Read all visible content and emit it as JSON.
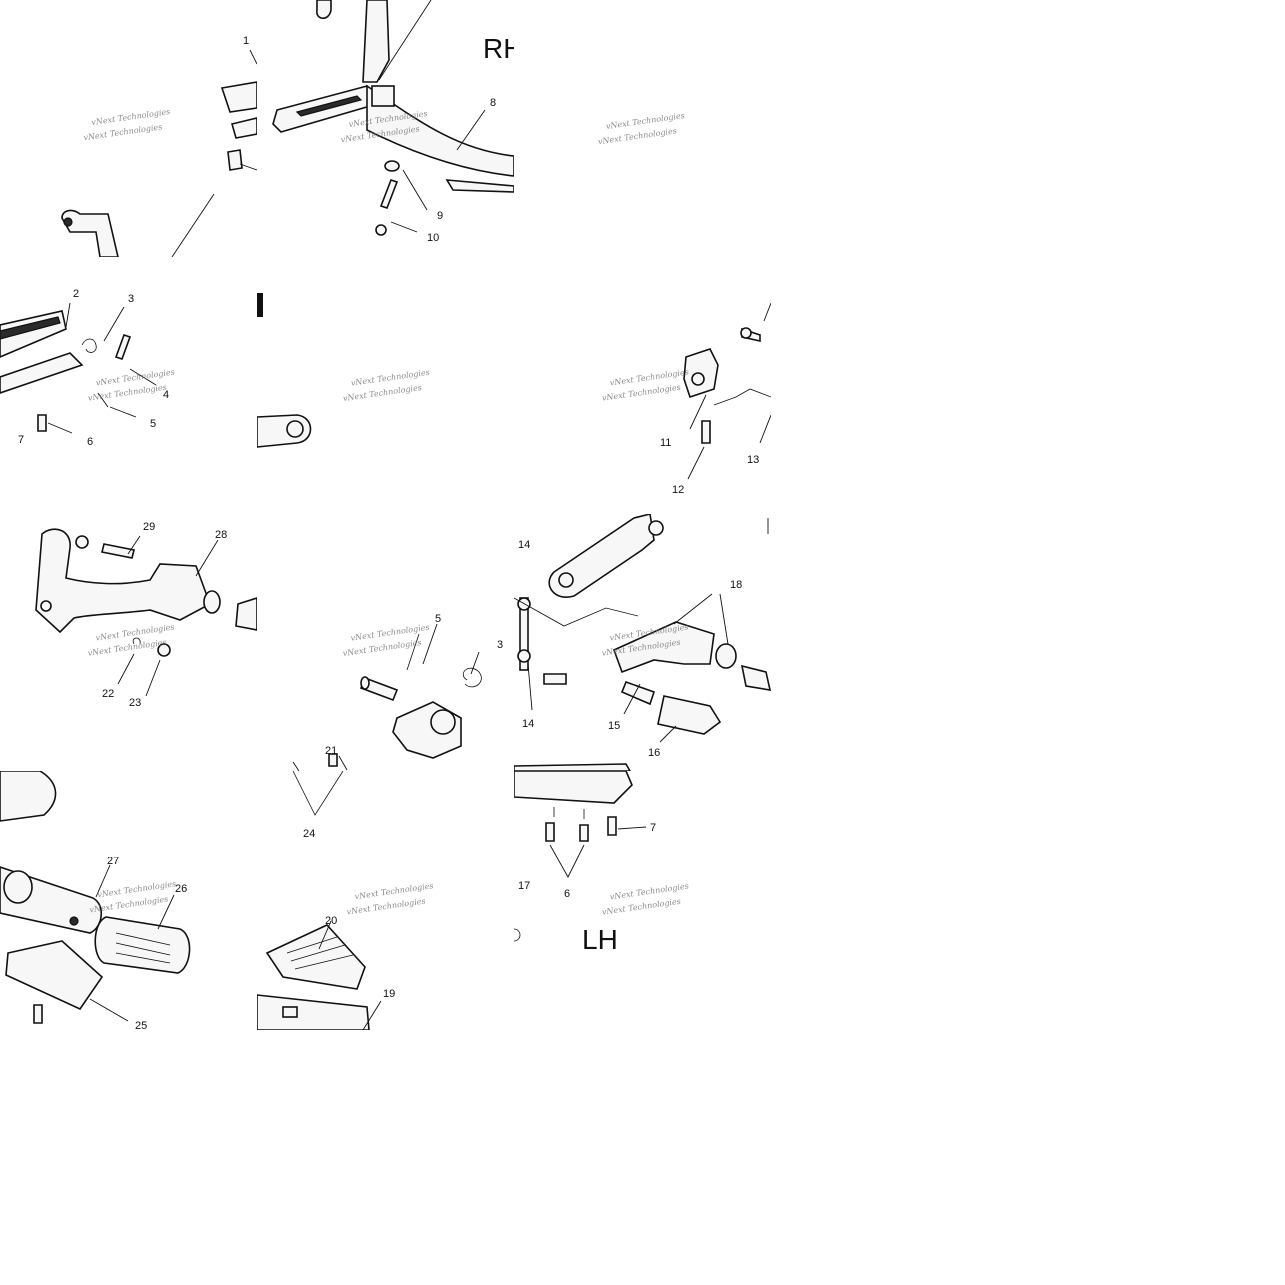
{
  "watermark": "vNext Technologies",
  "side_labels": {
    "right": "RH",
    "left": "LH"
  },
  "callouts": {
    "t00": [
      "1"
    ],
    "t01": [
      "8",
      "9",
      "10"
    ],
    "t10": [
      "2",
      "3",
      "4",
      "5",
      "6",
      "7"
    ],
    "t12": [
      "11",
      "12",
      "13"
    ],
    "t20": [
      "29",
      "28",
      "22",
      "23"
    ],
    "t21": [
      "5",
      "3",
      "21",
      "24"
    ],
    "t22": [
      "14",
      "18",
      "14",
      "15",
      "16"
    ],
    "t31": [
      "20",
      "19"
    ],
    "t32": [
      "7",
      "6",
      "17"
    ],
    "t30": [
      "27",
      "26",
      "25"
    ]
  },
  "colors": {
    "ink": "#111111",
    "watermark": "#777777",
    "background": "#ffffff"
  }
}
